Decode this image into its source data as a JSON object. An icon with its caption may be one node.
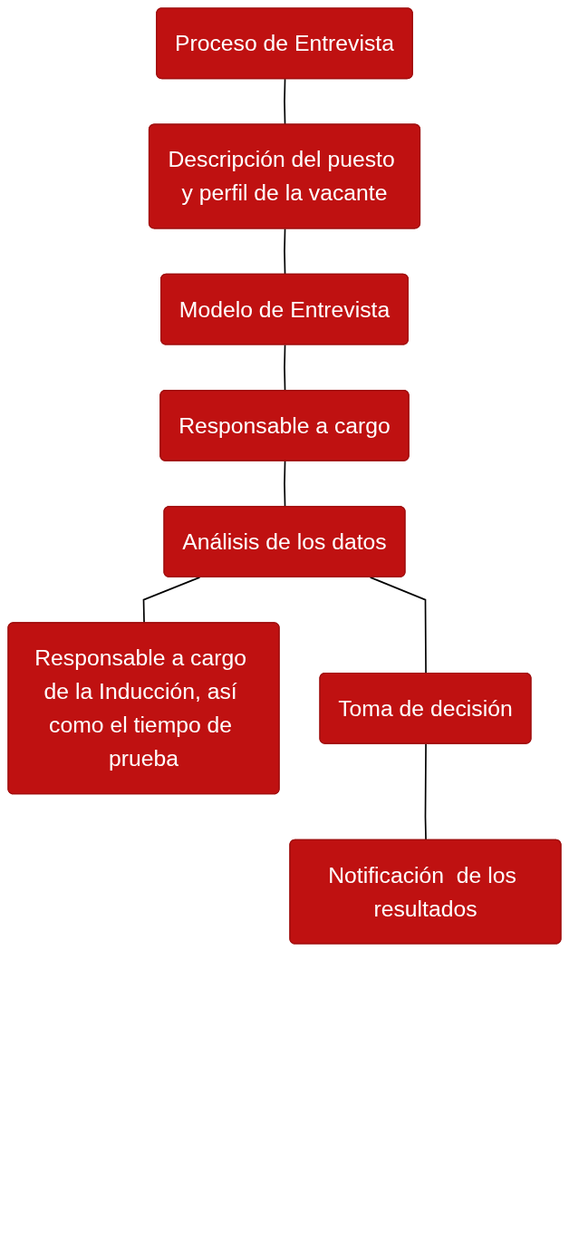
{
  "diagram": {
    "nodes": [
      {
        "text": [
          "Proceso de Entrevista"
        ]
      },
      {
        "text": [
          "Descripción del puesto y perfil de la vacante"
        ]
      },
      {
        "text": [
          "Modelo de Entrevista"
        ]
      },
      {
        "text": [
          "Responsable a cargo"
        ]
      },
      {
        "text": [
          "Análisis de los datos"
        ]
      },
      {
        "text": [
          "Responsable a cargo de la Inducción, así como el tiempo de prueba"
        ]
      },
      {
        "text": [
          "Toma de decisión"
        ]
      },
      {
        "text": [
          "Notificación  de los resultados"
        ]
      }
    ],
    "edges": [
      {
        "from": 0,
        "to": 1,
        "arrow": "none"
      },
      {
        "from": 1,
        "to": 2,
        "arrow": "none"
      },
      {
        "from": 2,
        "to": 3,
        "arrow": "none"
      },
      {
        "from": 3,
        "to": 4,
        "arrow": "none"
      },
      {
        "from": 4,
        "to": 5,
        "arrow": "none"
      },
      {
        "from": 4,
        "to": 6,
        "arrow": "none"
      },
      {
        "from": 6,
        "to": 7,
        "arrow": "none"
      }
    ]
  }
}
